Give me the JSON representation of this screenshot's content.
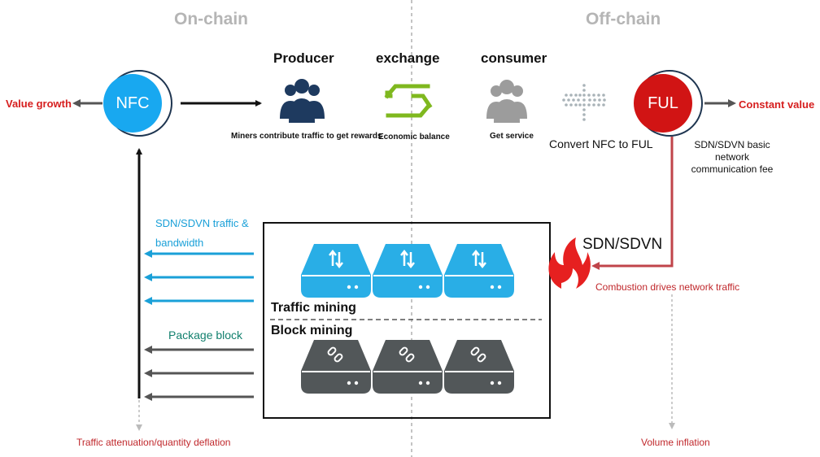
{
  "headers": {
    "on_chain": "On-chain",
    "off_chain": "Off-chain"
  },
  "tokens": {
    "nfc": "NFC",
    "ful": "FUL"
  },
  "roles": {
    "producer": "Producer",
    "exchange": "exchange",
    "consumer": "consumer"
  },
  "captions": {
    "producer": "Miners contribute traffic to get rewards",
    "exchange": "Economic balance",
    "consumer": "Get service",
    "convert": "Convert NFC to FUL",
    "fee": [
      "SDN/SDVN basic",
      "network",
      "communication fee"
    ]
  },
  "edges": {
    "value_growth": "Value growth",
    "constant_value": "Constant value",
    "attenuation": "Traffic  attenuation/quantity deflation",
    "volume_inflation": "Volume inflation",
    "combustion": "Combustion drives network traffic",
    "sdn": "SDN/SDVN"
  },
  "mining": {
    "traffic_flow": [
      "SDN/SDVN traffic &",
      "bandwidth"
    ],
    "package_block": "Package block",
    "traffic_mining": "Traffic mining",
    "block_mining": "Block mining"
  },
  "colors": {
    "nfc_blue": "#18a8f0",
    "ful_red": "#d11414",
    "producer_navy": "#1e3a5f",
    "exchange_green": "#7fb81f",
    "consumer_gray": "#9c9c9c",
    "server_blue": "#29aee6",
    "server_gray": "#525759",
    "arrow_blue": "#1aa0d8",
    "arrow_gray": "#555555",
    "arrow_red": "#c0444a",
    "flame_red": "#e62020"
  },
  "icons": {
    "producer": "users-group-icon",
    "exchange": "exchange-arrows-icon",
    "consumer": "user-group-icon",
    "convert": "dot-funnel-arrow-icon",
    "flame": "flame-icon",
    "traffic_server": "updown-arrows-server-icon",
    "block_server": "chain-link-server-icon"
  }
}
